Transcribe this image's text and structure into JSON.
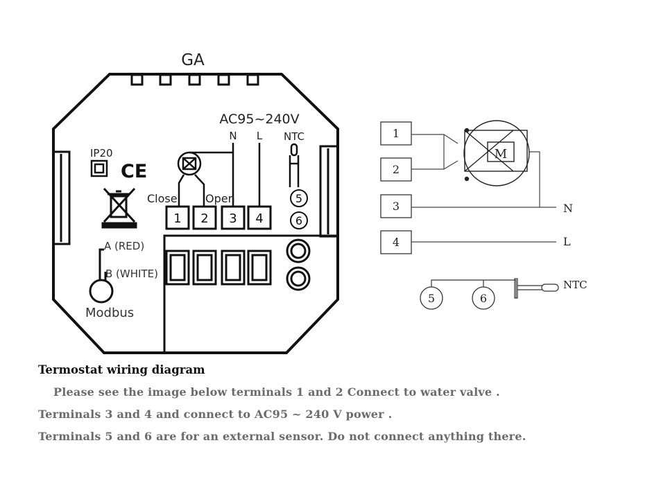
{
  "device": {
    "model_label": "GA",
    "power_label": "AC95~240V",
    "ip_rating": "IP20",
    "ce_mark": "CE",
    "n_label": "N",
    "l_label": "L",
    "ntc_label": "NTC",
    "close_label": "Close",
    "open_label": "Open",
    "terminals": [
      "1",
      "2",
      "3",
      "4"
    ],
    "sensor_terminals": [
      "5",
      "6"
    ],
    "modbus_a": "A (RED)",
    "modbus_b": "B (WHITE)",
    "modbus_label": "Modbus",
    "icons": [
      "ip20-square-icon",
      "ce-mark-icon",
      "weee-crossed-bin-icon",
      "valve-icon",
      "ntc-probe-icon",
      "modbus-connector-icon"
    ]
  },
  "schematic": {
    "terminals": [
      "1",
      "2",
      "3",
      "4"
    ],
    "n_label": "N",
    "l_label": "L",
    "motor_label": "M",
    "sensor_terminals": [
      "5",
      "6"
    ],
    "ntc_label": "NTC",
    "icons": [
      "valve-motor-icon",
      "ntc-probe-icon"
    ]
  },
  "caption": {
    "title": "Termostat wiring diagram",
    "lines": [
      "Please see the image below terminals 1 and 2 Connect to water valve .",
      "Terminals 3 and 4 and connect to AC95 ~ 240 V power .",
      "Terminals 5 and 6 are for an external sensor. Do not connect anything there."
    ]
  },
  "colors": {
    "ink": "#111111",
    "caption_gray": "#6b6b6b",
    "background": "#ffffff"
  }
}
